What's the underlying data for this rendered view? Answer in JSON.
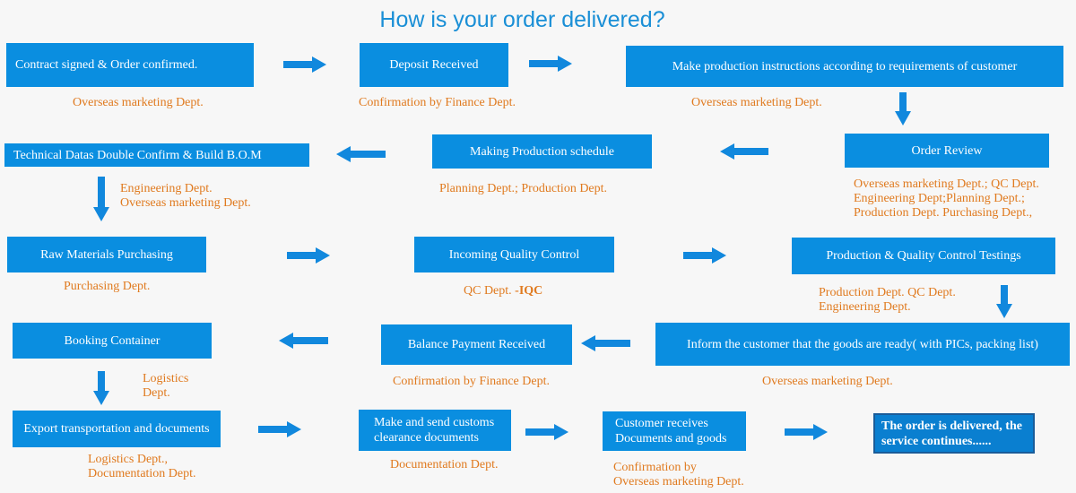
{
  "title": "How is your order delivered?",
  "steps": {
    "contract": "Contract signed & Order confirmed.",
    "deposit": "Deposit Received",
    "instructions": "Make production instructions according to requirements of customer",
    "order_review": "Order Review",
    "schedule": "Making Production schedule",
    "technical": "Technical Datas Double Confirm  & Build B.O.M",
    "raw_materials": "Raw Materials Purchasing",
    "iqc": "Incoming Quality Control",
    "testing": "Production & Quality Control Testings",
    "inform": "Inform the customer that the goods are ready( with PICs, packing list)",
    "balance": "Balance Payment  Received",
    "booking": "Booking Container",
    "export": "Export transportation and documents",
    "customs": "Make and send customs\nclearance documents",
    "receives": "Customer receives\nDocuments and goods",
    "delivered": "The order is delivered, the\nservice continues......"
  },
  "depts": {
    "contract": "Overseas marketing Dept.",
    "deposit": "Confirmation by Finance Dept.",
    "instructions": "Overseas marketing Dept.",
    "order_review": "Overseas marketing Dept.; QC Dept.\nEngineering Dept;Planning  Dept.;\nProduction Dept. Purchasing Dept.,",
    "schedule": "Planning Dept.;  Production Dept.",
    "technical": "Engineering Dept.\nOverseas marketing Dept.",
    "raw_materials": "Purchasing Dept.",
    "iqc_prefix": "QC Dept. ",
    "iqc_bold": "-IQC",
    "testing": "Production Dept. QC Dept.\nEngineering Dept.",
    "inform": "Overseas marketing Dept.",
    "balance": "Confirmation by Finance Dept.",
    "booking": "Logistics\nDept.",
    "export": "Logistics Dept.,\nDocumentation Dept.",
    "customs": "Documentation Dept.",
    "receives": "Confirmation by\nOverseas marketing Dept."
  },
  "colors": {
    "box": "#0a8ee0",
    "title": "#1a8fd6",
    "dept": "#e07a1f",
    "arrow": "#1188dd"
  }
}
